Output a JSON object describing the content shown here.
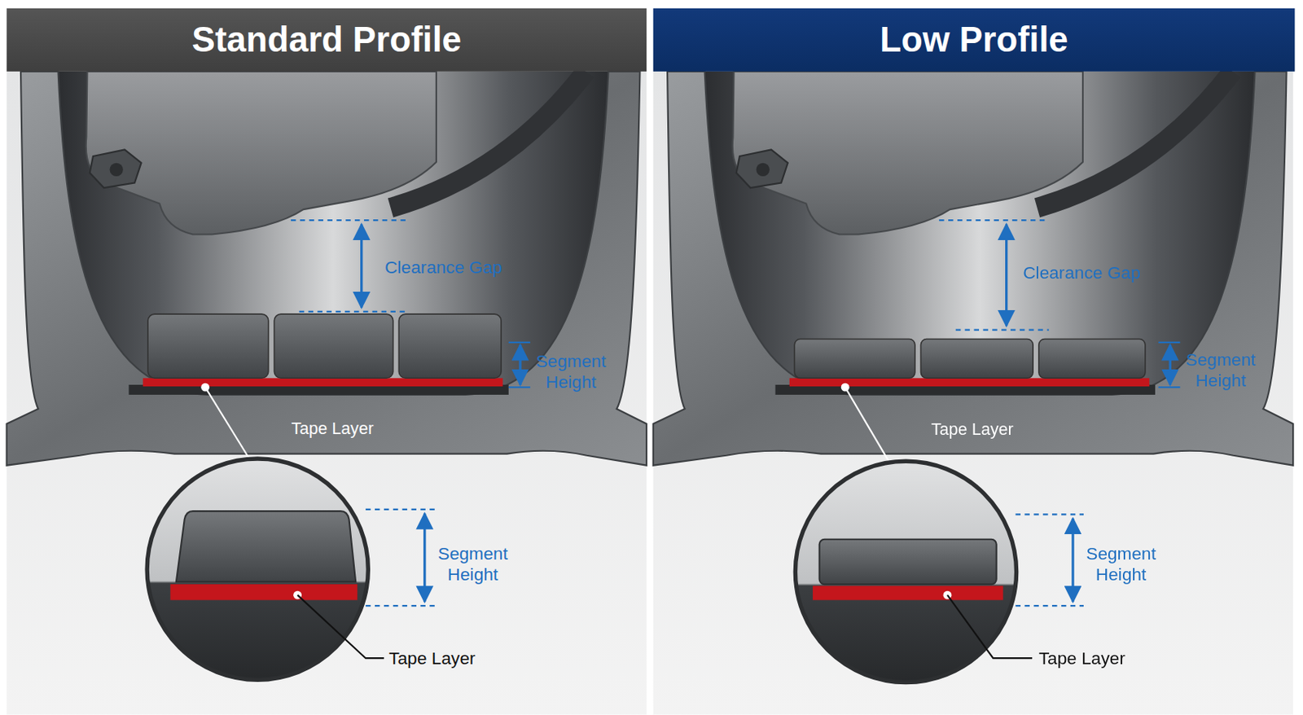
{
  "diagram": {
    "nodes": [
      {
        "text": [
          "Standard Profile"
        ]
      },
      {
        "text": [
          "Low Profile"
        ]
      }
    ],
    "labels": [
      "Clearance Gap",
      "Segment Height",
      "Tape Layer",
      "Segment Height",
      "Tape Layer",
      "Clearance Gap",
      "Segment Height",
      "Tape Layer",
      "Segment Height",
      "Tape Layer"
    ]
  }
}
